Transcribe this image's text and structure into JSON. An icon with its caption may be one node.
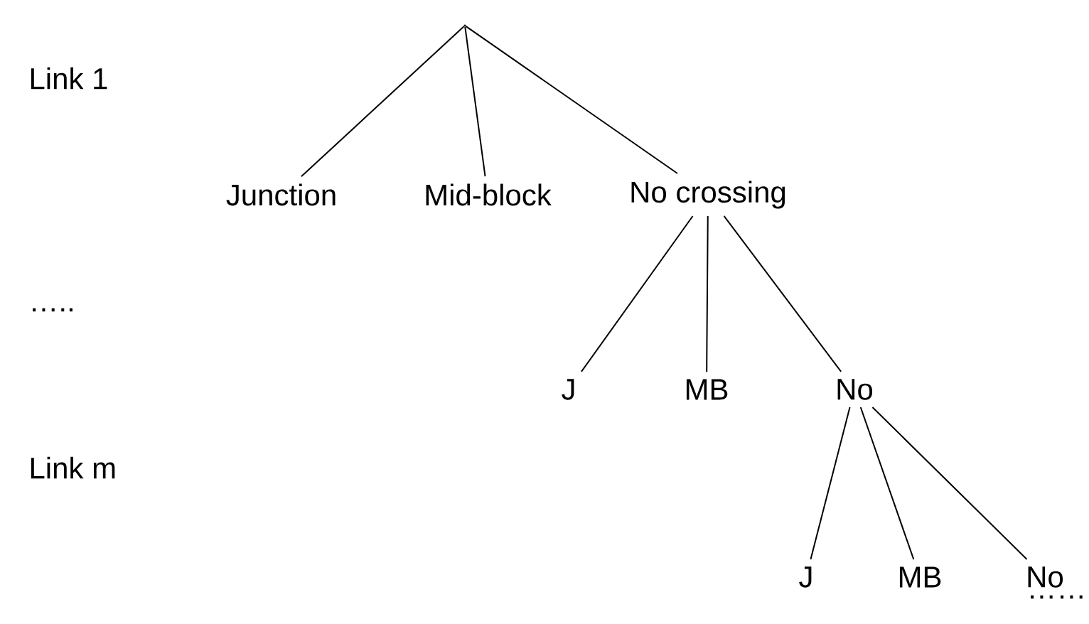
{
  "diagram": {
    "nodes": [
      {
        "text": [],
        "shape": "point"
      },
      {
        "text": [
          "Junction"
        ]
      },
      {
        "text": [
          "Mid-block"
        ]
      },
      {
        "text": [
          "No crossing"
        ]
      },
      {
        "text": [
          "J"
        ]
      },
      {
        "text": [
          "MB"
        ]
      },
      {
        "text": [
          "No"
        ]
      },
      {
        "text": [
          "J"
        ]
      },
      {
        "text": [
          "MB"
        ]
      },
      {
        "text": [
          "No"
        ]
      }
    ],
    "edges": [
      {
        "from": 0,
        "to": 1,
        "arrow": "none"
      },
      {
        "from": 0,
        "to": 2,
        "arrow": "none"
      },
      {
        "from": 0,
        "to": 3,
        "arrow": "none"
      },
      {
        "from": 3,
        "to": 4,
        "arrow": "none"
      },
      {
        "from": 3,
        "to": 5,
        "arrow": "none"
      },
      {
        "from": 3,
        "to": 6,
        "arrow": "none"
      },
      {
        "from": 6,
        "to": 7,
        "arrow": "none"
      },
      {
        "from": 6,
        "to": 8,
        "arrow": "none"
      },
      {
        "from": 6,
        "to": 9,
        "arrow": "none"
      }
    ],
    "labels": [
      "Link 1",
      "…..",
      "Link m",
      "……"
    ]
  }
}
